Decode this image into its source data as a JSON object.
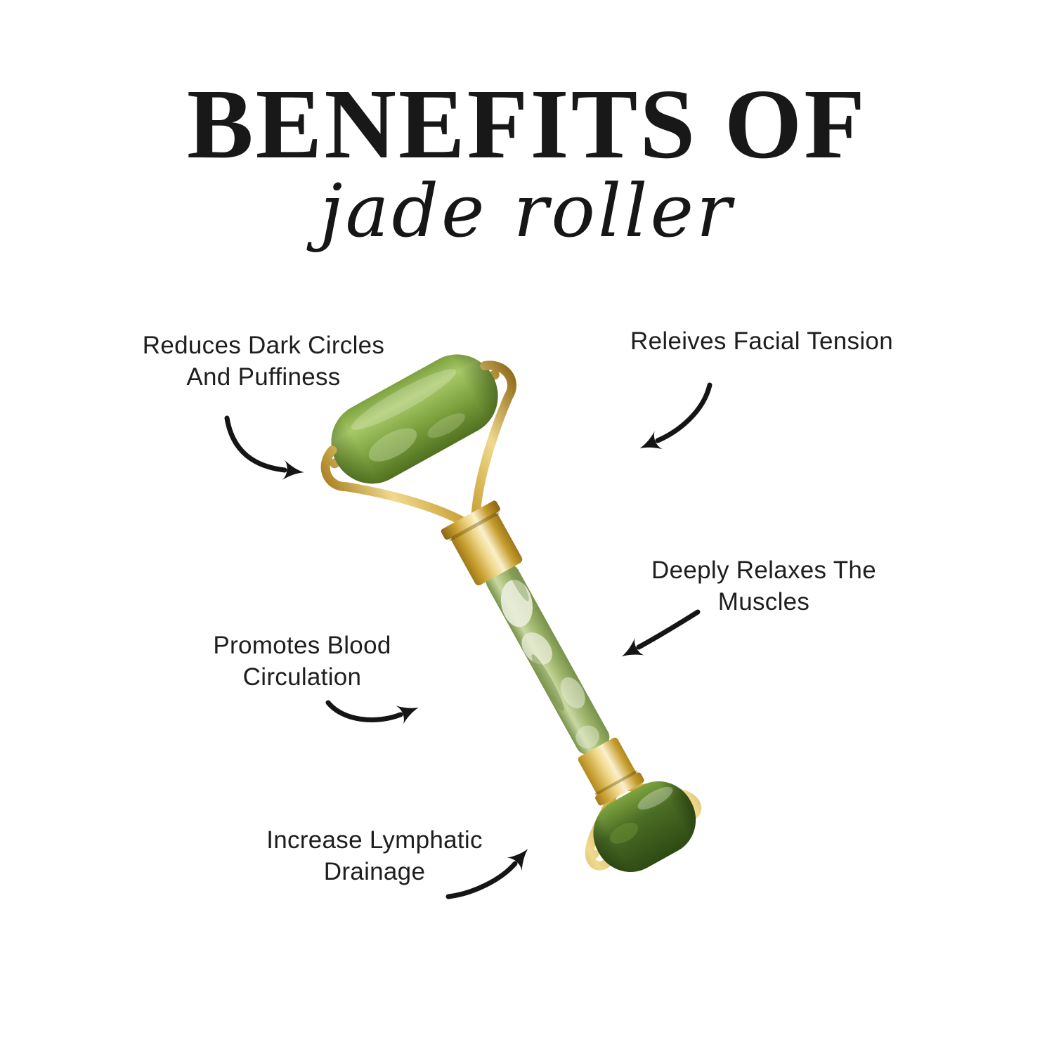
{
  "page": {
    "title": "BENEFITS OF",
    "subtitle": "jade roller",
    "background_color": "#ffffff",
    "text_color": "#1e1e1e"
  },
  "product": {
    "name": "Jade roller",
    "illustration": "jade-roller-photo"
  },
  "benefits": [
    {
      "lines": [
        "Reduces Dark Circles",
        "And Puffiness"
      ]
    },
    {
      "lines": [
        "Releives Facial Tension"
      ]
    },
    {
      "lines": [
        "Promotes Blood",
        "Circulation"
      ]
    },
    {
      "lines": [
        "Deeply Relaxes The",
        "Muscles"
      ]
    },
    {
      "lines": [
        "Increase Lymphatic",
        "Drainage"
      ]
    }
  ],
  "colors": {
    "ink": "#1e1e1e",
    "arrow": "#151515",
    "jadeBright": "#a9c968",
    "jadeMid": "#7da23f",
    "jadeDark": "#50701f",
    "jadePale": "#bccf93",
    "handleLight": "#c9d8a2",
    "handleMid": "#a2b86f",
    "handleDark": "#78924a",
    "marble": "#e9edda",
    "stoneSmallLight": "#7fa43f",
    "stoneSmallMid": "#4a6d25",
    "stoneSmallDark": "#2e4a13",
    "goldDark": "#8a6410",
    "goldMid": "#c59c2d",
    "goldBright": "#f0d98e",
    "goldSpecular": "#faf0ca",
    "goldDeep": "#a67c1a"
  }
}
